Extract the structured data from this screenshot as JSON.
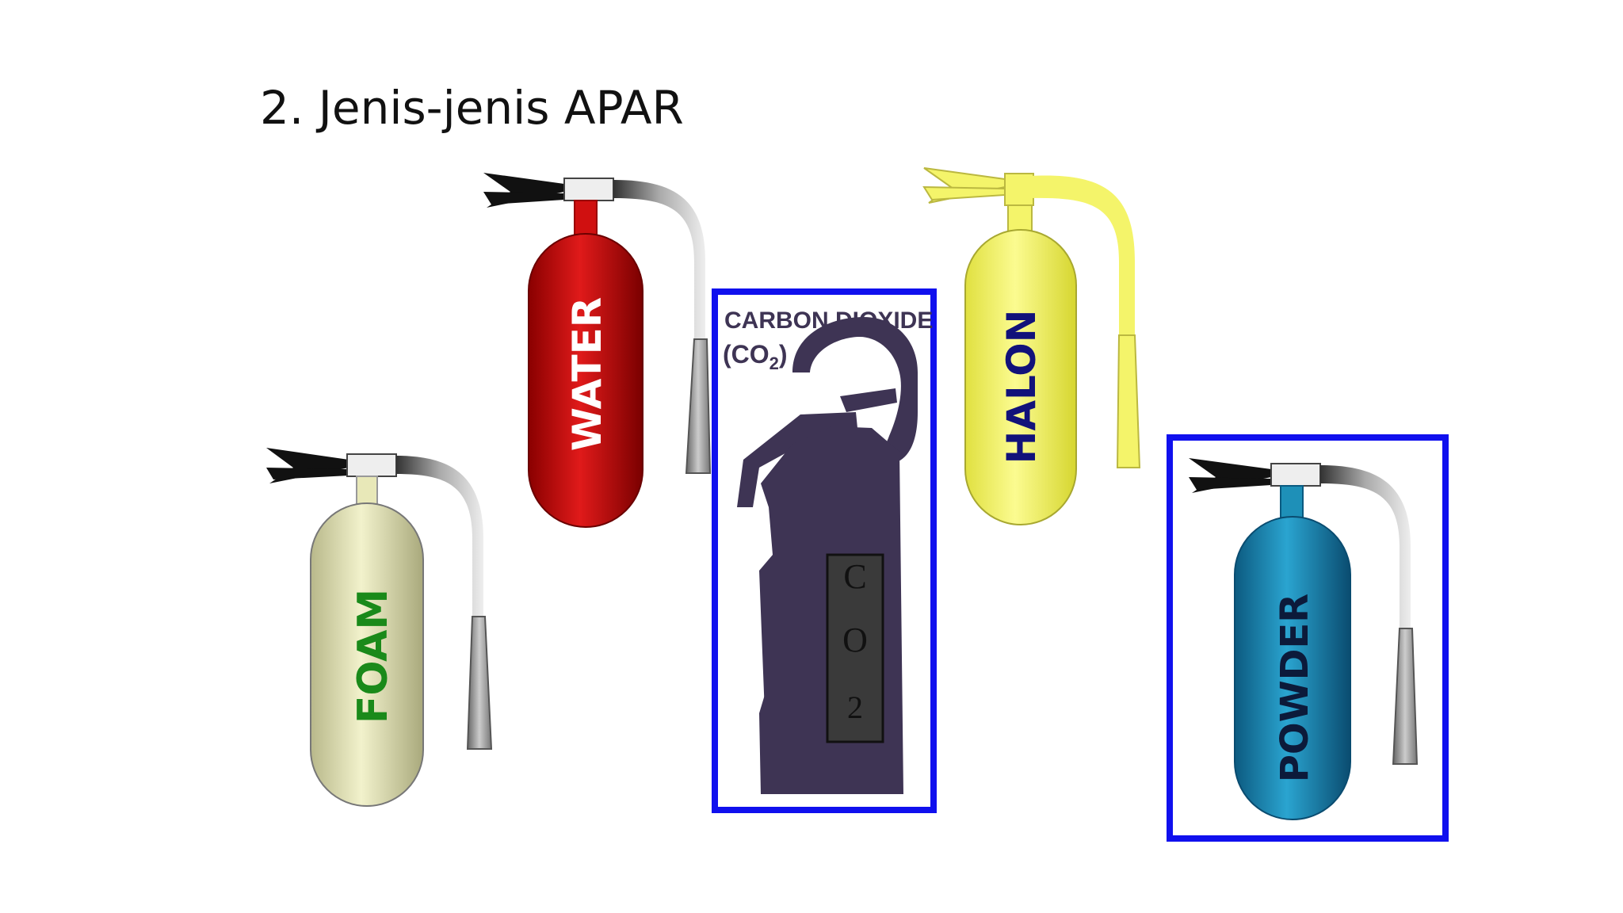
{
  "slide": {
    "title": "2. Jenis-jenis APAR"
  },
  "extinguishers": [
    {
      "label": "FOAM",
      "body_color": "#e8e8b8",
      "text_color": "#1a8a1a",
      "icon": "fire-extinguisher-icon"
    },
    {
      "label": "WATER",
      "body_color": "#cc1111",
      "text_color": "#ffffff",
      "icon": "fire-extinguisher-icon"
    },
    {
      "label": "HALON",
      "body_color": "#f4f46a",
      "text_color": "#12127a",
      "icon": "fire-extinguisher-icon"
    },
    {
      "label": "POWDER",
      "body_color": "#1e90b8",
      "text_color": "#0c1a3a",
      "icon": "fire-extinguisher-icon",
      "highlighted": true
    }
  ],
  "co2_panel": {
    "heading": "CARBON DIOXIDE",
    "formula_main": "(CO",
    "formula_sub": "2",
    "formula_close": ")",
    "cylinder_letters": [
      "C",
      "O",
      "2"
    ],
    "silhouette_color": "#3e3454",
    "highlighted": true
  },
  "colors": {
    "highlight_box": "#1010ee",
    "nozzle_gray": "#9a9a9a",
    "handle_black": "#111111"
  }
}
